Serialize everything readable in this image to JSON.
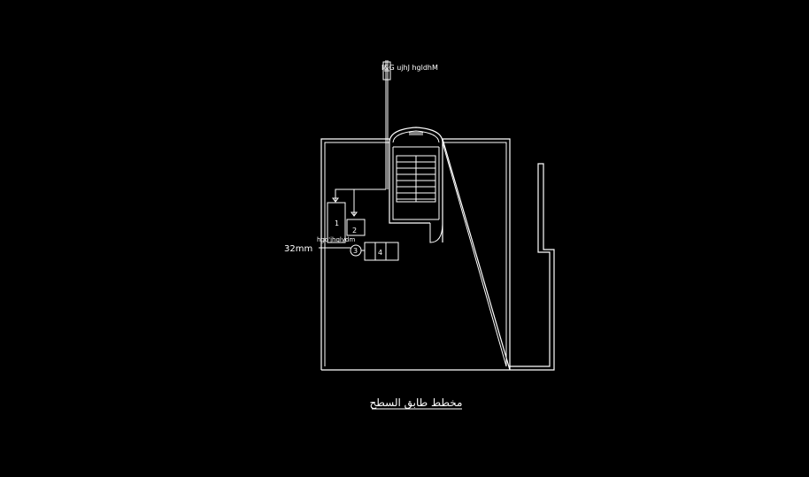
{
  "drawing": {
    "supply_label": "l&G ujhJ hgldhM",
    "pipe_size_label": "32mm",
    "meter_label": "hgo'jhglydm",
    "caption": "مخطط طابق السطح",
    "equipment": [
      "1",
      "2",
      "3",
      "4"
    ],
    "line_color": "#ffffff",
    "background_color": "#000000"
  }
}
